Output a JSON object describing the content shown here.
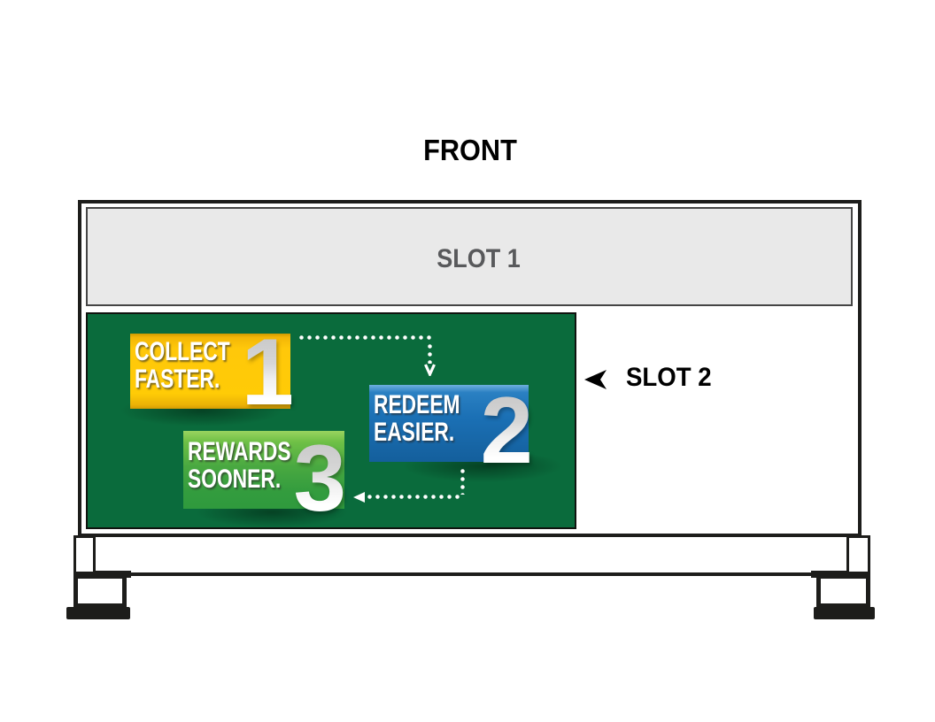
{
  "title": "FRONT",
  "slot1": {
    "label": "SLOT 1"
  },
  "slot2": {
    "label": "SLOT 2"
  },
  "poster": {
    "badges": [
      {
        "id": "collect-faster",
        "line1": "COLLECT",
        "line2": "FASTER.",
        "number": "1"
      },
      {
        "id": "redeem-easier",
        "line1": "REDEEM",
        "line2": "EASIER.",
        "number": "2"
      },
      {
        "id": "rewards-sooner",
        "line1": "REWARDS",
        "line2": "SOONER.",
        "number": "3"
      }
    ]
  },
  "colors": {
    "panel_green": "#0A6B3C",
    "badge1_yellow": "#FFC907",
    "badge2_blue": "#1B72B8",
    "badge3_green": "#46A841",
    "slot1_fill": "#E9E9E9",
    "slot1_text": "#58595B",
    "outline": "#1D1D1B",
    "arrow_white": "#FFFFFF"
  }
}
